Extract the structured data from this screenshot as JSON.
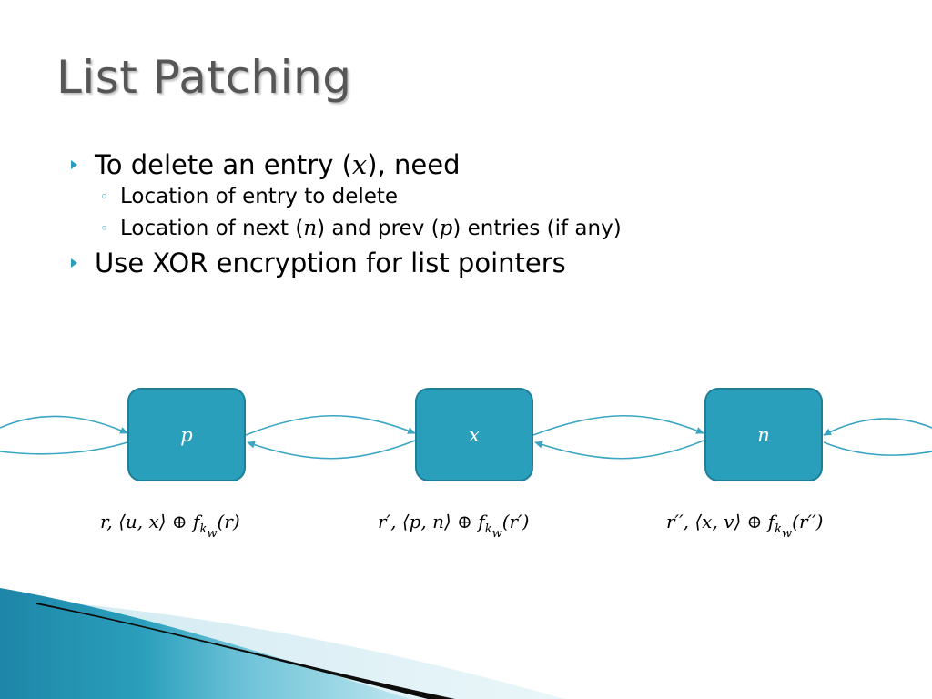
{
  "slide": {
    "title": "List Patching"
  },
  "bullets": {
    "b1": {
      "pre": "To delete an entry (",
      "var": "x",
      "post": "), need"
    },
    "b1_sub1": {
      "text": "Location of entry to delete"
    },
    "b1_sub2": {
      "pre": "Location of next (",
      "var1": "n",
      "mid": ") and prev (",
      "var2": "p",
      "post": ") entries (if any)"
    },
    "b2": {
      "text": "Use XOR encryption for list pointers"
    }
  },
  "diagram": {
    "nodes": [
      {
        "label": "p"
      },
      {
        "label": "x"
      },
      {
        "label": "n"
      }
    ],
    "formulas": [
      {
        "pre": "r, ⟨u, x⟩ ⊕ f",
        "sub": "k",
        "subsub": "w",
        "post": "(r)"
      },
      {
        "pre": "r′, ⟨p, n⟩ ⊕ f",
        "sub": "k",
        "subsub": "w",
        "post": "(r′)"
      },
      {
        "pre": "r′′, ⟨x, v⟩ ⊕ f",
        "sub": "k",
        "subsub": "w",
        "post": "(r′′)"
      }
    ]
  },
  "colors": {
    "node_fill": "#2a9fbc",
    "node_stroke": "#1e7f99",
    "arrow": "#3aa6c2",
    "title": "#565656",
    "marker": "#2a9fbc"
  }
}
